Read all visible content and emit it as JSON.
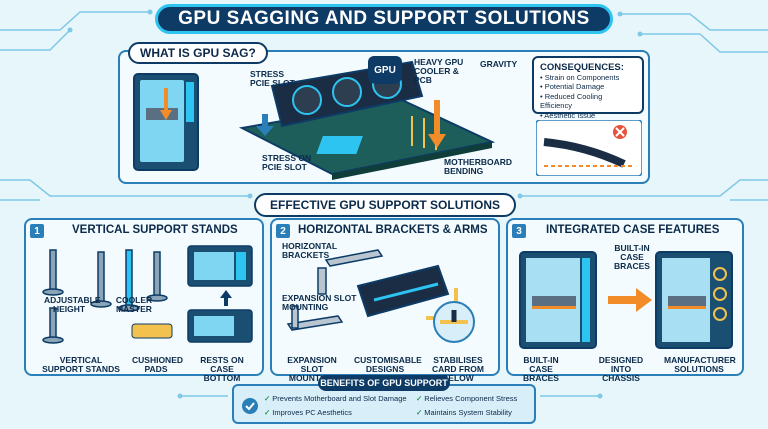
{
  "title": "GPU SAGGING AND SUPPORT SOLUTIONS",
  "what_is": {
    "heading": "WHAT IS GPU SAG?",
    "gpu_weight_label": "GPU",
    "labels": {
      "stress_slot_top": "STRESS PCIe SLOT",
      "heavy_gpu": "HEAVY GPU COOLER & PCB",
      "gravity": "GRAVITY",
      "stress_slot_bottom": "STRESS ON PCIe SLOT",
      "motherboard_bending": "MOTHERBOARD BENDING"
    }
  },
  "consequences": {
    "heading": "CONSEQUENCES:",
    "items": [
      "• Strain on Components",
      "• Potential Damage",
      "• Reduced Cooling Efficiency",
      "• Aesthetic Issue"
    ]
  },
  "solutions_heading": "EFFECTIVE GPU SUPPORT SOLUTIONS",
  "sections": [
    {
      "number": "1",
      "title": "VERTICAL SUPPORT STANDS",
      "labels": {
        "adjustable": "ADJUSTABLE HEIGHT",
        "cooler_master": "COOLER MASTER",
        "vertical_stands": "VERTICAL SUPPORT STANDS",
        "cushioned": "CUSHIONED PADS",
        "rests": "RESTS ON CASE BOTTOM"
      }
    },
    {
      "number": "2",
      "title": "HORIZONTAL BRACKETS & ARMS",
      "labels": {
        "horizontal_brackets": "HORIZONTAL BRACKETS",
        "expansion_mounting": "EXPANSION SLOT MOUNTING",
        "expansion_mounting_2": "EXPANSION SLOT MOUNTING",
        "customisable": "CUSTOMISABLE DESIGNS",
        "stabilises": "STABILISES CARD FROM BELOW"
      }
    },
    {
      "number": "3",
      "title": "INTEGRATED CASE FEATURES",
      "labels": {
        "builtin_top": "BUILT-IN CASE BRACES",
        "builtin_bottom": "BUILT-IN CASE BRACES",
        "designed": "DESIGNED INTO CHASSIS",
        "manufacturer": "MANUFACTURER SOLUTIONS"
      }
    }
  ],
  "benefits": {
    "heading": "BENEFITS OF GPU SUPPORT",
    "items": [
      "Prevents Motherboard and Slot Damage",
      "Relieves Component Stress",
      "Improves PC Aesthetics",
      "Maintains System Stability"
    ]
  },
  "colors": {
    "navy": "#0d3b66",
    "accent_blue": "#2a7fb8",
    "cyan": "#2ec4f1",
    "orange": "#f28c28",
    "background": "#e7f6fb"
  }
}
